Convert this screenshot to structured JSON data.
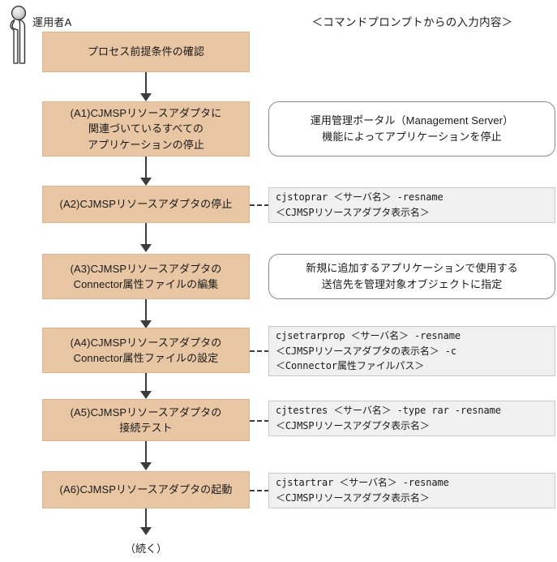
{
  "actor": {
    "icon": "person-icon",
    "label": "運用者A"
  },
  "columns": {
    "right_heading": "＜コマンドプロンプトからの入力内容＞"
  },
  "colors": {
    "process_fill": "#e8c6a4",
    "process_border": "#d9b48d",
    "note_border": "#8a8a8a",
    "command_fill": "#f0f0f0",
    "command_border": "#c8c8c8",
    "connector": "#3c3c3c"
  },
  "steps": [
    {
      "id": "start",
      "process": "プロセス前提条件の確認",
      "side": null
    },
    {
      "id": "a1",
      "process": "(A1)CJMSPリソースアダプタに\n関連づいているすべての\nアプリケーションの停止",
      "side": {
        "kind": "note",
        "text": "運用管理ポータル（Management Server）\n機能によってアプリケーションを停止"
      }
    },
    {
      "id": "a2",
      "process": "(A2)CJMSPリソースアダプタの停止",
      "side": {
        "kind": "command",
        "text": "cjstoprar ＜サーバ名＞ -resname\n＜CJMSPリソースアダプタ表示名＞"
      }
    },
    {
      "id": "a3",
      "process": "(A3)CJMSPリソースアダプタの\nConnector属性ファイルの編集",
      "side": {
        "kind": "note",
        "text": "新規に追加するアプリケーションで使用する\n送信先を管理対象オブジェクトに指定"
      }
    },
    {
      "id": "a4",
      "process": "(A4)CJMSPリソースアダプタの\nConnector属性ファイルの設定",
      "side": {
        "kind": "command",
        "text": "cjsetrarprop ＜サーバ名＞ -resname\n＜CJMSPリソースアダプタの表示名＞ -c\n＜Connector属性ファイルパス＞"
      }
    },
    {
      "id": "a5",
      "process": "(A5)CJMSPリソースアダプタの\n接続テスト",
      "side": {
        "kind": "command",
        "text": "cjtestres ＜サーバ名＞ -type rar -resname\n＜CJMSPリソースアダプタ表示名＞"
      }
    },
    {
      "id": "a6",
      "process": "(A6)CJMSPリソースアダプタの起動",
      "side": {
        "kind": "command",
        "text": "cjstartrar ＜サーバ名＞ -resname\n＜CJMSPリソースアダプタ表示名＞"
      }
    }
  ],
  "end_label": "（続く）"
}
